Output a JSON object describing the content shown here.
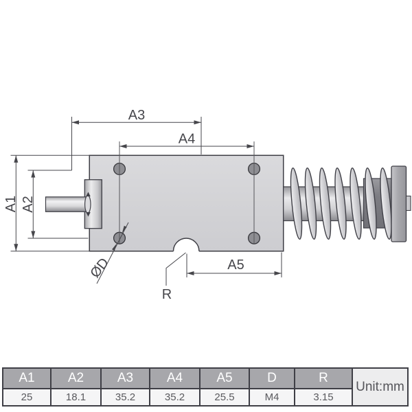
{
  "drawing": {
    "dim_labels": {
      "a1": "A1",
      "a2": "A2",
      "a3": "A3",
      "a4": "A4",
      "a5": "A5",
      "diameter": "ØD",
      "radius": "R"
    }
  },
  "table": {
    "columns": [
      {
        "header": "A1",
        "value": "25"
      },
      {
        "header": "A2",
        "value": "18.1"
      },
      {
        "header": "A3",
        "value": "35.2"
      },
      {
        "header": "A4",
        "value": "35.2"
      },
      {
        "header": "A5",
        "value": "25.5"
      },
      {
        "header": "D",
        "value": "M4"
      },
      {
        "header": "R",
        "value": "3.15"
      }
    ],
    "unit_label": "Unit:mm"
  },
  "colors": {
    "outline": "#3f3f46",
    "dimension_line": "#46464b",
    "body_fill": "#d5d5d8",
    "hole_fill": "#8e8e93",
    "table_header_bg": "#a7a7ab",
    "table_header_text": "#ffffff",
    "table_value_text": "#5a5a5e",
    "table_border": "#3f3f46"
  }
}
